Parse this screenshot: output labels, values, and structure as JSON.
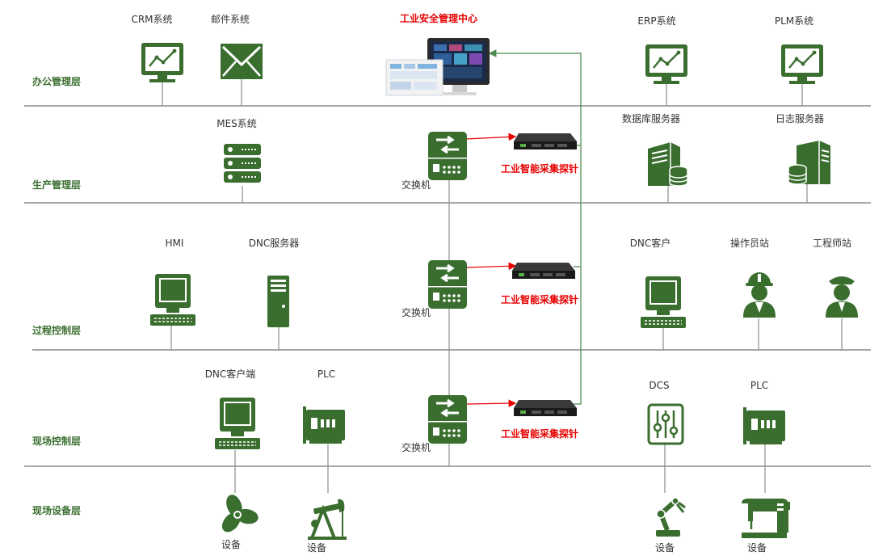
{
  "layers": [
    "办公管理层",
    "生产管理层",
    "过程控制层",
    "现场控制层",
    "现场设备层"
  ],
  "center": {
    "title": "工业安全管理中心",
    "switch_label": "交换机",
    "probe_label": "工业智能采集探针"
  },
  "office": {
    "crm": "CRM系统",
    "mail": "邮件系统",
    "erp": "ERP系统",
    "plm": "PLM系统"
  },
  "production": {
    "mes": "MES系统",
    "db_server": "数据库服务器",
    "log_server": "日志服务器"
  },
  "process": {
    "hmi": "HMI",
    "dnc_server": "DNC服务器",
    "dnc_client": "DNC客户",
    "operator": "操作员站",
    "engineer": "工程师站"
  },
  "field_control": {
    "dnc_client_end": "DNC客户端",
    "plc_left": "PLC",
    "dcs": "DCS",
    "plc_right": "PLC"
  },
  "devices": {
    "device1": "设备",
    "device2": "设备",
    "device3": "设备",
    "device4": "设备"
  },
  "colors": {
    "icon_green": "#3a6e2f",
    "line_gray": "#8c8c8c",
    "link_green": "#4a8a4a",
    "arrow_red": "#e60000"
  }
}
